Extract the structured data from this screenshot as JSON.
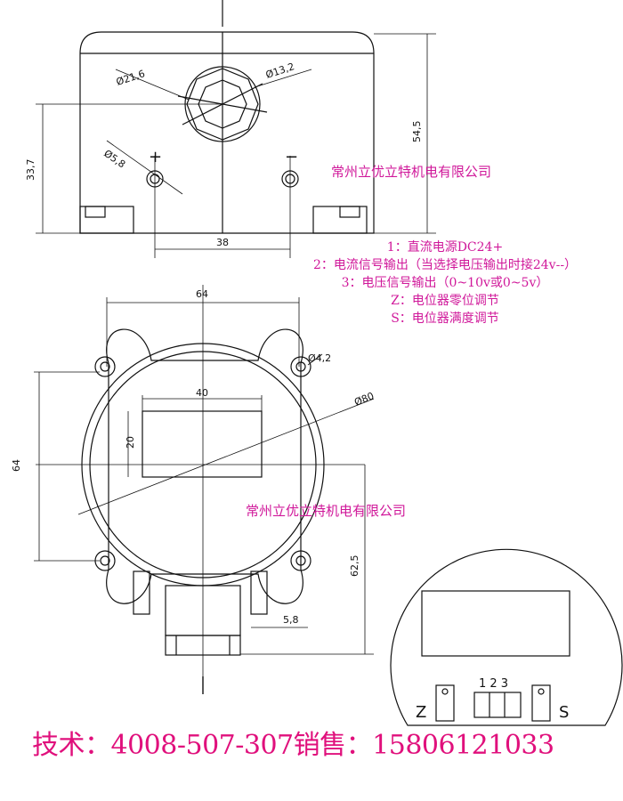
{
  "company": "常州立优立特机电有限公司",
  "legend": [
    "1：直流电源DC24+",
    "2：电流信号输出（当选择电压输出时接24v--）",
    "3：电压信号输出（0~10v或0~5v）",
    "Z：电位器零位调节",
    "S：电位器满度调节"
  ],
  "contact": "技术：4008-507-307销售：15806121033",
  "top_view": {
    "dim_diameter_outer": "Ø21,6",
    "dim_diameter_inner": "Ø13,2",
    "dim_hole": "Ø5,8",
    "dim_height_left": "33,7",
    "dim_height_right": "54,5",
    "dim_width": "38",
    "plus": "+",
    "minus": "−"
  },
  "front_view": {
    "dim_width": "64",
    "dim_height": "64",
    "dim_window_w": "40",
    "dim_window_h": "20",
    "dim_mount_hole": "Ø4,2",
    "dim_body": "Ø80",
    "dim_depth": "62,5",
    "dim_small": "5,8"
  },
  "terminal_view": {
    "left_label": "Z",
    "right_label": "S",
    "numbers": "1 2 3"
  }
}
